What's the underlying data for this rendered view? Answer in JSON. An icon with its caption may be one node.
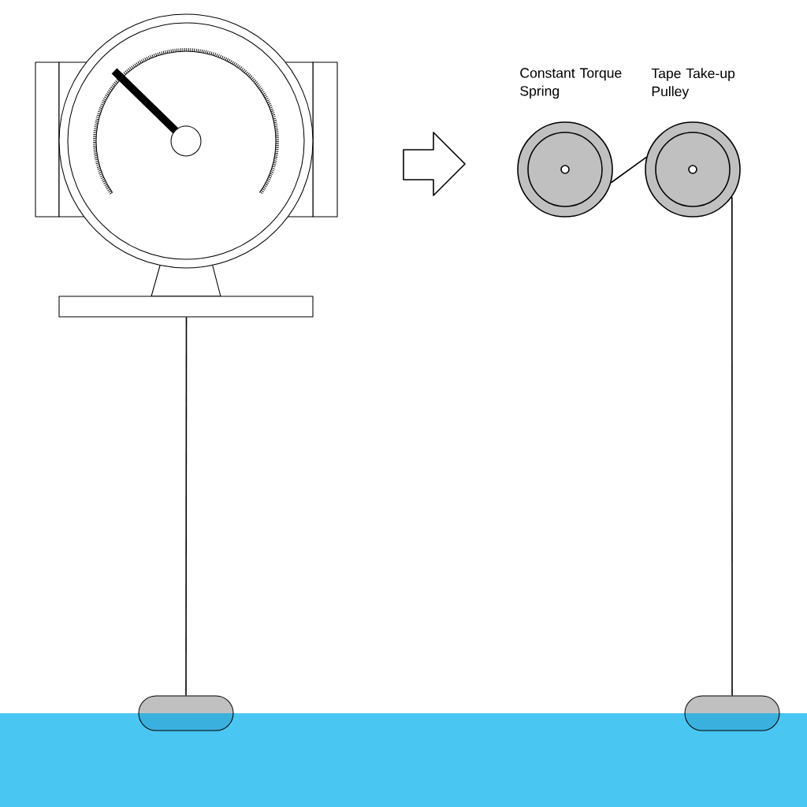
{
  "diagram": {
    "nodes": [
      {
        "text": [],
        "shape": "picture"
      },
      {
        "text": [],
        "shape": "box"
      },
      {
        "text": [
          "Constant Torque Spring"
        ]
      },
      {
        "text": [
          "Tape Take-up Pulley"
        ]
      },
      {
        "text": [],
        "shape": "box"
      }
    ],
    "edges": [
      {
        "from": 0,
        "to": 1,
        "arrow": "none"
      },
      {
        "from": 2,
        "to": 3,
        "arrow": "none"
      },
      {
        "from": 3,
        "to": 4,
        "arrow": "none"
      }
    ]
  }
}
